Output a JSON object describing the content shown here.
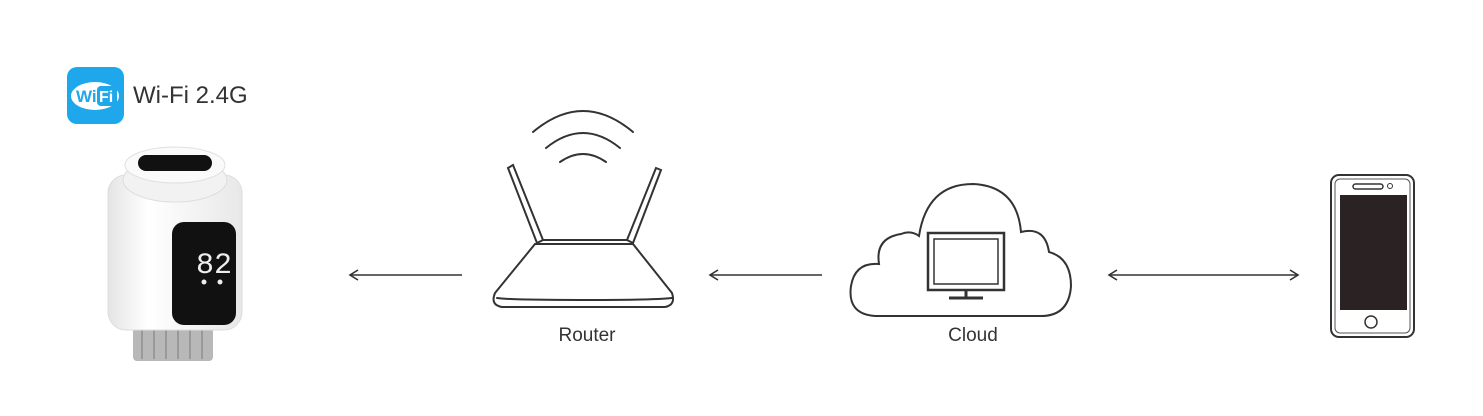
{
  "badge": {
    "logo_text": "WiFi",
    "label": "Wi-Fi 2.4G",
    "color": "#1ea7ea"
  },
  "thermostat": {
    "display_value": "82"
  },
  "nodes": [
    {
      "id": "router",
      "label": "Router"
    },
    {
      "id": "cloud",
      "label": "Cloud"
    },
    {
      "id": "phone",
      "label": ""
    }
  ],
  "arrows": [
    {
      "from": "router",
      "to": "thermostat",
      "direction": "left"
    },
    {
      "from": "cloud",
      "to": "router",
      "direction": "left"
    },
    {
      "between": [
        "cloud",
        "phone"
      ],
      "direction": "both"
    }
  ]
}
